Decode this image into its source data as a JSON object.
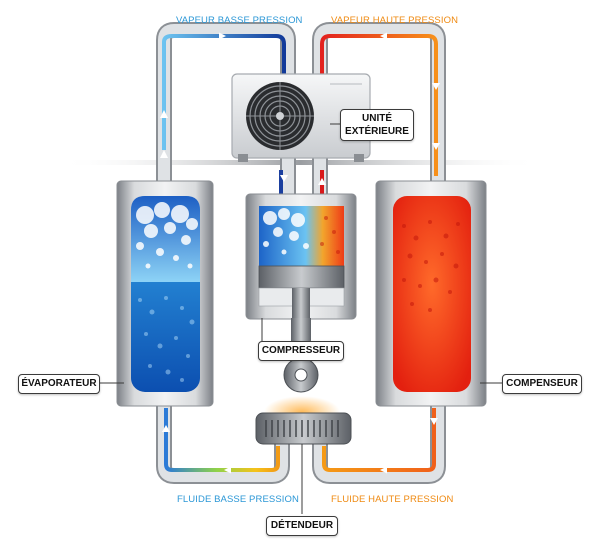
{
  "labels": {
    "vapeur_basse": "VAPEUR BASSE PRESSION",
    "vapeur_haute": "VAPEUR HAUTE PRESSION",
    "fluide_basse": "FLUIDE BASSE PRESSION",
    "fluide_haute": "FLUIDE HAUTE PRESSION",
    "unite_line1": "UNITÉ",
    "unite_line2": "EXTÉRIEURE",
    "compresseur": "COMPRESSEUR",
    "evaporateur": "ÉVAPORATEUR",
    "compenseur": "COMPENSEUR",
    "detendeur": "DÉTENDEUR"
  },
  "colors": {
    "cold": "#1f6fd0",
    "hot": "#f0401a",
    "label_blue": "#2b97d6",
    "label_orange": "#ef8a12"
  }
}
